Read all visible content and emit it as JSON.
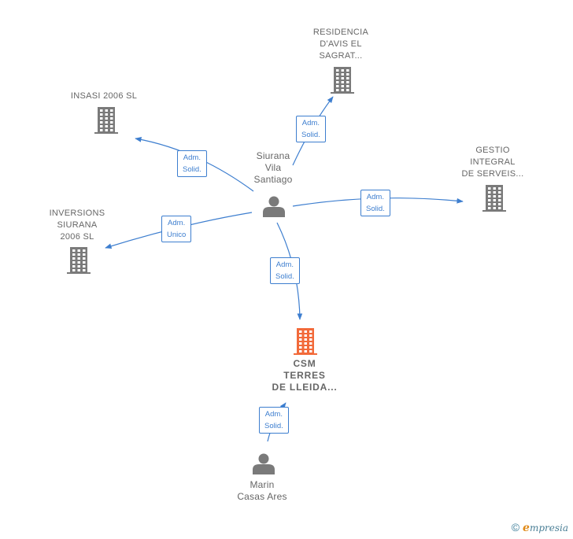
{
  "nodes": {
    "siurana": {
      "label": [
        "Siurana",
        "Vila",
        "Santiago"
      ],
      "icon": "person-icon"
    },
    "marin": {
      "label": [
        "Marin",
        "Casas Ares"
      ],
      "icon": "person-icon"
    },
    "insasi": {
      "label": [
        "INSASI 2006 SL"
      ],
      "icon": "building-icon"
    },
    "residencia": {
      "label": [
        "RESIDENCIA",
        "D'AVIS EL",
        "SAGRAT..."
      ],
      "icon": "building-icon"
    },
    "gestio": {
      "label": [
        "GESTIO",
        "INTEGRAL",
        "DE SERVEIS..."
      ],
      "icon": "building-icon"
    },
    "inversions": {
      "label": [
        "INVERSIONS",
        "SIURANA",
        "2006 SL"
      ],
      "icon": "building-icon"
    },
    "csm": {
      "label": [
        "CSM",
        "TERRES",
        "DE LLEIDA..."
      ],
      "icon": "building-icon"
    }
  },
  "edges": [
    {
      "id": "e-insasi",
      "from": "siurana",
      "to": "insasi",
      "label": [
        "Adm.",
        "Solid."
      ]
    },
    {
      "id": "e-residencia",
      "from": "siurana",
      "to": "residencia",
      "label": [
        "Adm.",
        "Solid."
      ]
    },
    {
      "id": "e-gestio",
      "from": "siurana",
      "to": "gestio",
      "label": [
        "Adm.",
        "Solid."
      ]
    },
    {
      "id": "e-inversions",
      "from": "siurana",
      "to": "inversions",
      "label": [
        "Adm.",
        "Unico"
      ]
    },
    {
      "id": "e-csm",
      "from": "siurana",
      "to": "csm",
      "label": [
        "Adm.",
        "Solid."
      ]
    },
    {
      "id": "e-marin",
      "from": "marin",
      "to": "csm",
      "label": [
        "Adm.",
        "Solid."
      ]
    }
  ],
  "colors": {
    "edge": "#3d7ecf",
    "node_gray": "#7a7a7a",
    "node_highlight": "#f26a3a",
    "label": "#666666"
  },
  "footer": {
    "copyright": "©",
    "brand_first": "e",
    "brand_rest": "mpresia"
  }
}
